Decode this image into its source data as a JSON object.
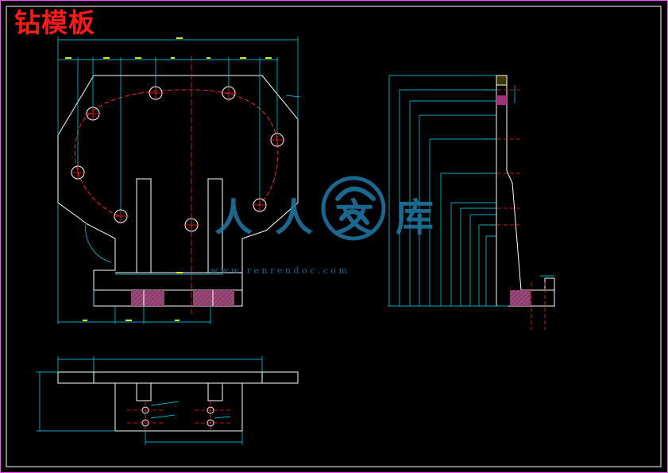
{
  "title": "钻模板",
  "watermark": {
    "brand": "人人文库",
    "url": "w w w . r e n r e n d o c . c o m"
  },
  "colors": {
    "background": "#000000",
    "frame": "#ff4fff",
    "outline": "#ffffff",
    "dimension": "#00e5ff",
    "centerline": "#ff2222",
    "title": "#ff1a1a",
    "hatch": "#2ecc40",
    "section_fill": "#a0307a",
    "watermark": "#1f7aa8"
  }
}
